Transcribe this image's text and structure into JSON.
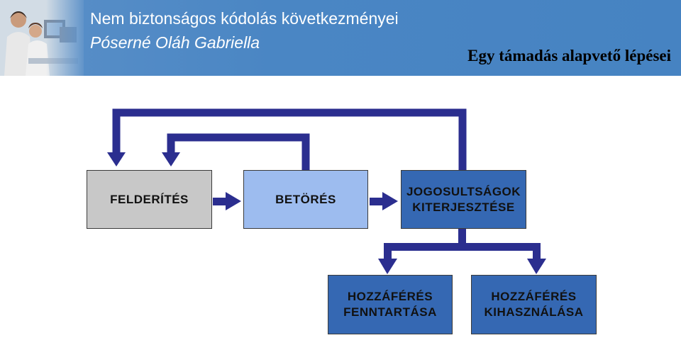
{
  "header": {
    "title": "Nem biztonságos kódolás következményei",
    "author": "Póserné Oláh Gabriella",
    "slide_title": "Egy támadás alapvető lépései"
  },
  "diagram": {
    "boxes": {
      "felderites": "FELDERÍTÉS",
      "betores": "BETÖRÉS",
      "jogosultsagok_line1": "JOGOSULTSÁGOK",
      "jogosultsagok_line2": "KITERJESZTÉSE",
      "fenntartas_line1": "HOZZÁFÉRÉS",
      "fenntartas_line2": "FENNTARTÁSA",
      "kihasznalas_line1": "HOZZÁFÉRÉS",
      "kihasznalas_line2": "KIHASZNÁLÁSA"
    },
    "colors": {
      "arrow": "#2b2e8f",
      "box_gray": "#c8c8c8",
      "box_light_blue": "#9dbcef",
      "box_blue": "#3568b3",
      "header_blue": "#4683c2"
    }
  }
}
